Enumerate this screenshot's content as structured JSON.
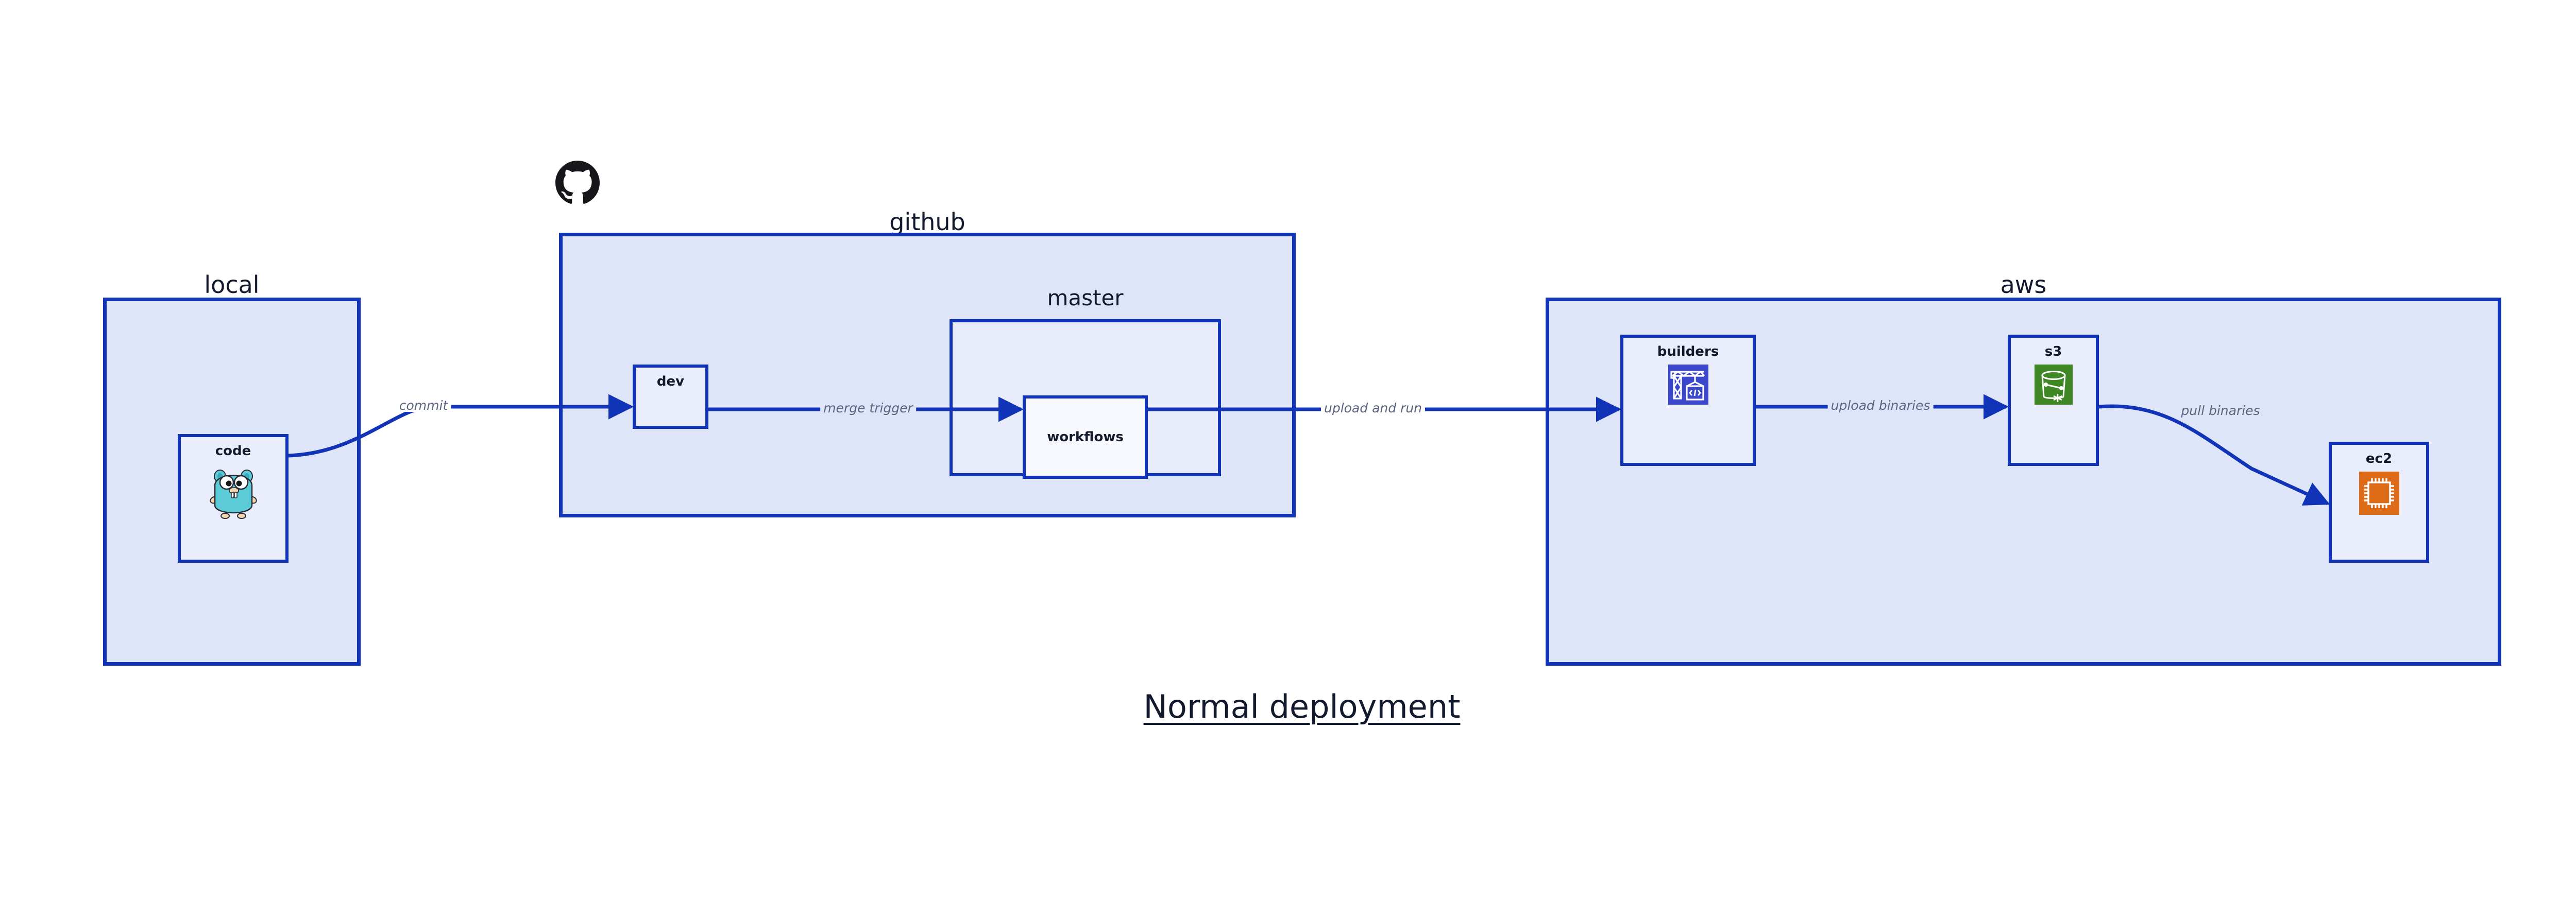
{
  "caption": "Normal deployment",
  "colors": {
    "group_fill": "#dfe5f9",
    "subgroup_fill": "#e9edfb",
    "node_fill": "#eaeefc",
    "node_fill_light": "#f6f8fd",
    "stroke": "#1033b8",
    "label_text": "#131a2e",
    "edge_label_text": "#5a6480",
    "codebuild_blue": "#3b48cc",
    "s3_green": "#3f8624",
    "ec2_orange": "#dd6b18",
    "gopher_cyan": "#5bcbd8",
    "octocat_black": "#17171b"
  },
  "groups": [
    {
      "id": "local",
      "label": "local"
    },
    {
      "id": "github",
      "label": "github"
    },
    {
      "id": "aws",
      "label": "aws"
    }
  ],
  "subgroups": [
    {
      "id": "master",
      "label": "master",
      "parent": "github"
    }
  ],
  "nodes": [
    {
      "id": "code",
      "label": "code",
      "parent": "local",
      "icon": "go-gopher-icon"
    },
    {
      "id": "dev",
      "label": "dev",
      "parent": "github",
      "icon": ""
    },
    {
      "id": "workflows",
      "label": "workflows",
      "parent": "master",
      "icon": ""
    },
    {
      "id": "builders",
      "label": "builders",
      "parent": "aws",
      "icon": "aws-codebuild-icon"
    },
    {
      "id": "s3",
      "label": "s3",
      "parent": "aws",
      "icon": "aws-s3-bucket-icon"
    },
    {
      "id": "ec2",
      "label": "ec2",
      "parent": "aws",
      "icon": "aws-ec2-chip-icon"
    }
  ],
  "edges": [
    {
      "id": "commit",
      "label": "commit",
      "from": "code",
      "to": "dev"
    },
    {
      "id": "merge-trigger",
      "label": "merge trigger",
      "from": "dev",
      "to": "workflows"
    },
    {
      "id": "upload-and-run",
      "label": "upload and run",
      "from": "workflows",
      "to": "builders"
    },
    {
      "id": "upload-binaries",
      "label": "upload binaries",
      "from": "builders",
      "to": "s3"
    },
    {
      "id": "pull-binaries",
      "label": "pull binaries",
      "from": "s3",
      "to": "ec2"
    }
  ],
  "logos": [
    {
      "id": "github-logo",
      "name": "github-octocat-icon"
    }
  ]
}
